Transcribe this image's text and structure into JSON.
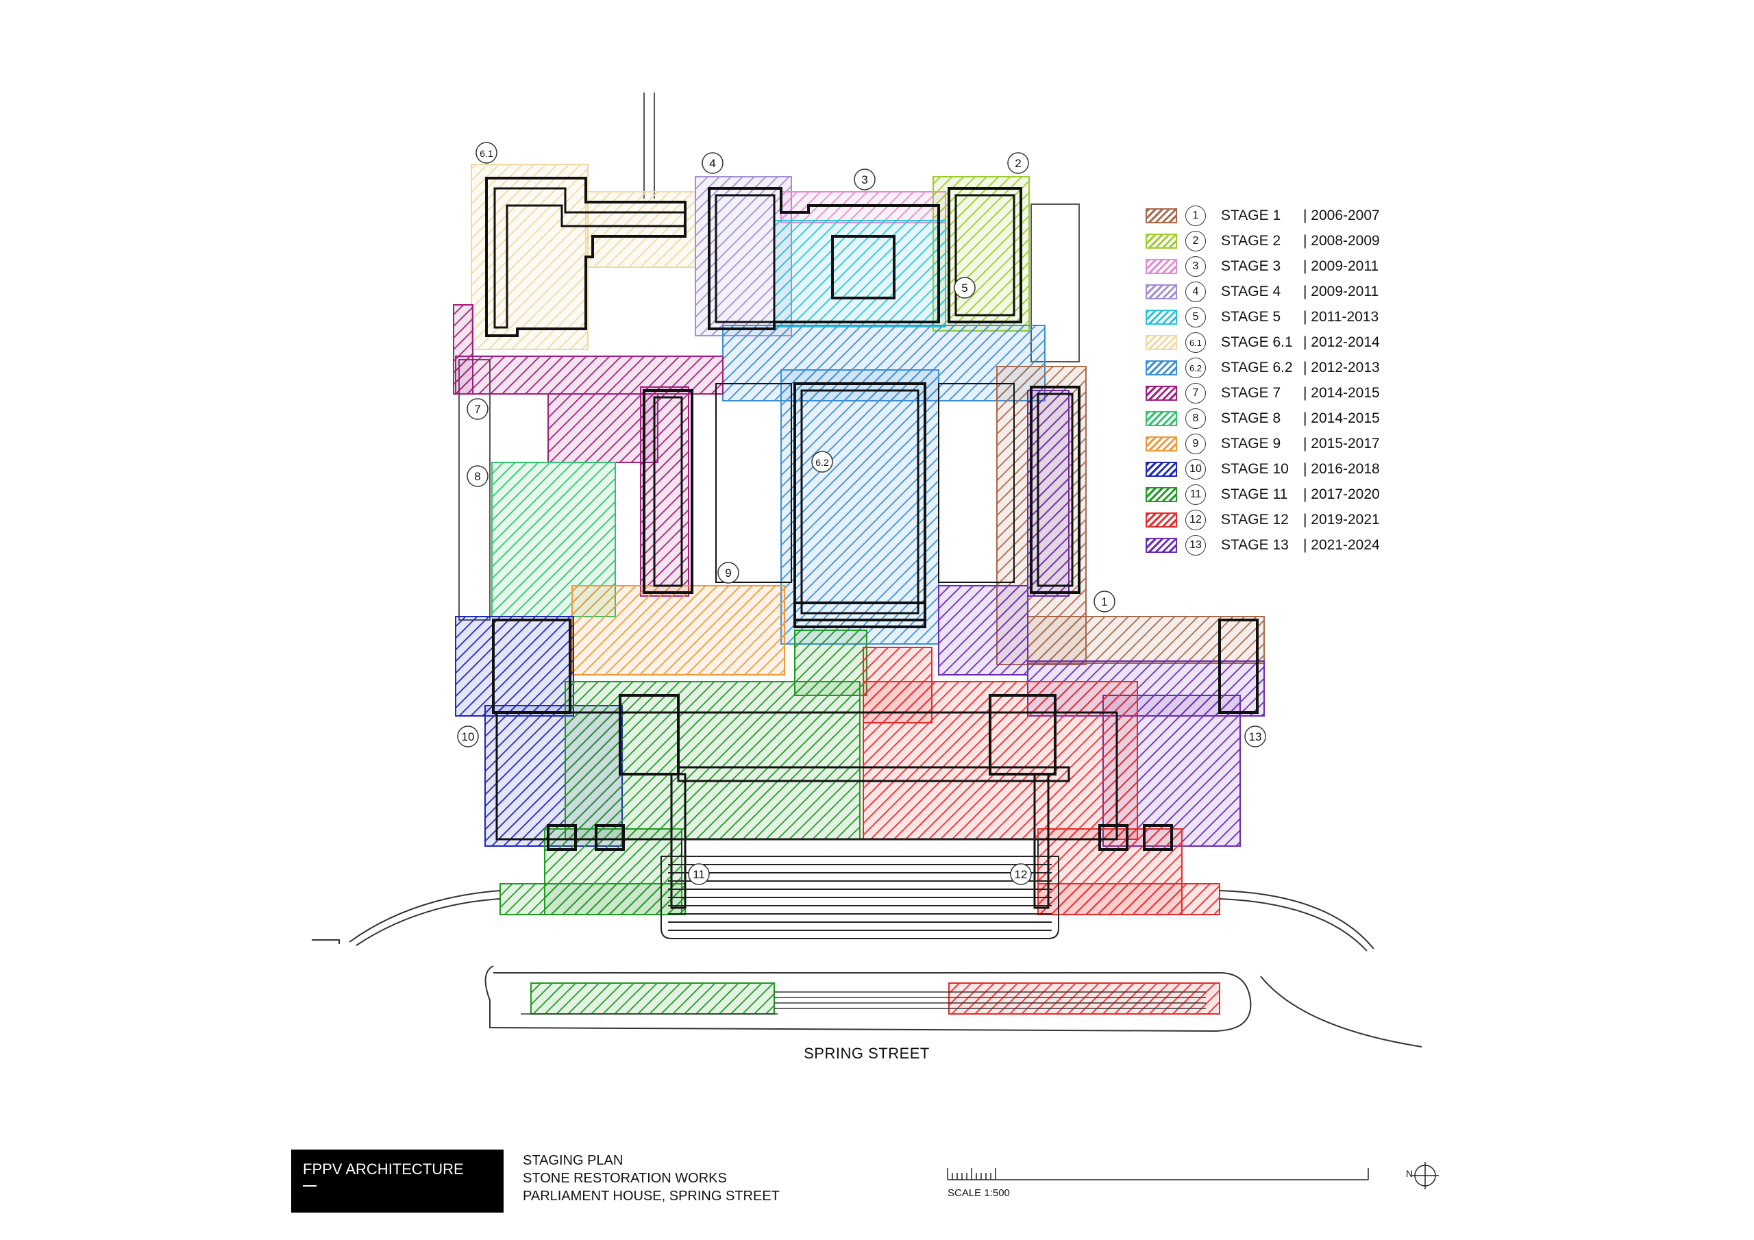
{
  "legend": [
    {
      "num": "1",
      "stage": "STAGE 1",
      "years": "| 2006-2007",
      "color": "#a86a4c"
    },
    {
      "num": "2",
      "stage": "STAGE 2",
      "years": "| 2008-2009",
      "color": "#9ccd2a"
    },
    {
      "num": "3",
      "stage": "STAGE 3",
      "years": "| 2009-2011",
      "color": "#e58ad2"
    },
    {
      "num": "4",
      "stage": "STAGE 4",
      "years": "| 2009-2011",
      "color": "#a48ed6"
    },
    {
      "num": "5",
      "stage": "STAGE 5",
      "years": "| 2011-2013",
      "color": "#2cc3da"
    },
    {
      "num": "6.1",
      "stage": "STAGE 6.1",
      "years": "| 2012-2014",
      "color": "#f2d9a4"
    },
    {
      "num": "6.2",
      "stage": "STAGE 6.2",
      "years": "| 2012-2013",
      "color": "#3a8fd8"
    },
    {
      "num": "7",
      "stage": "STAGE 7",
      "years": "| 2014-2015",
      "color": "#a01e7e"
    },
    {
      "num": "8",
      "stage": "STAGE 8",
      "years": "| 2014-2015",
      "color": "#2fc46a"
    },
    {
      "num": "9",
      "stage": "STAGE 9",
      "years": "| 2015-2017",
      "color": "#ee9a3a"
    },
    {
      "num": "10",
      "stage": "STAGE 10",
      "years": "| 2016-2018",
      "color": "#1e28b8"
    },
    {
      "num": "11",
      "stage": "STAGE 11",
      "years": "| 2017-2020",
      "color": "#1e9a22"
    },
    {
      "num": "12",
      "stage": "STAGE 12",
      "years": "| 2019-2021",
      "color": "#ea2a2a"
    },
    {
      "num": "13",
      "stage": "STAGE 13",
      "years": "| 2021-2024",
      "color": "#6a2ab4"
    }
  ],
  "plan_markers": [
    "6.1",
    "4",
    "3",
    "2",
    "5",
    "7",
    "8",
    "6.2",
    "9",
    "1",
    "10",
    "13",
    "11",
    "12"
  ],
  "street_label": "SPRING STREET",
  "title_block": {
    "firm": "FPPV  ARCHITECTURE",
    "lines": [
      "STAGING PLAN",
      "STONE RESTORATION WORKS",
      "PARLIAMENT HOUSE, SPRING STREET"
    ],
    "scale": "SCALE 1:500",
    "north": "N"
  }
}
